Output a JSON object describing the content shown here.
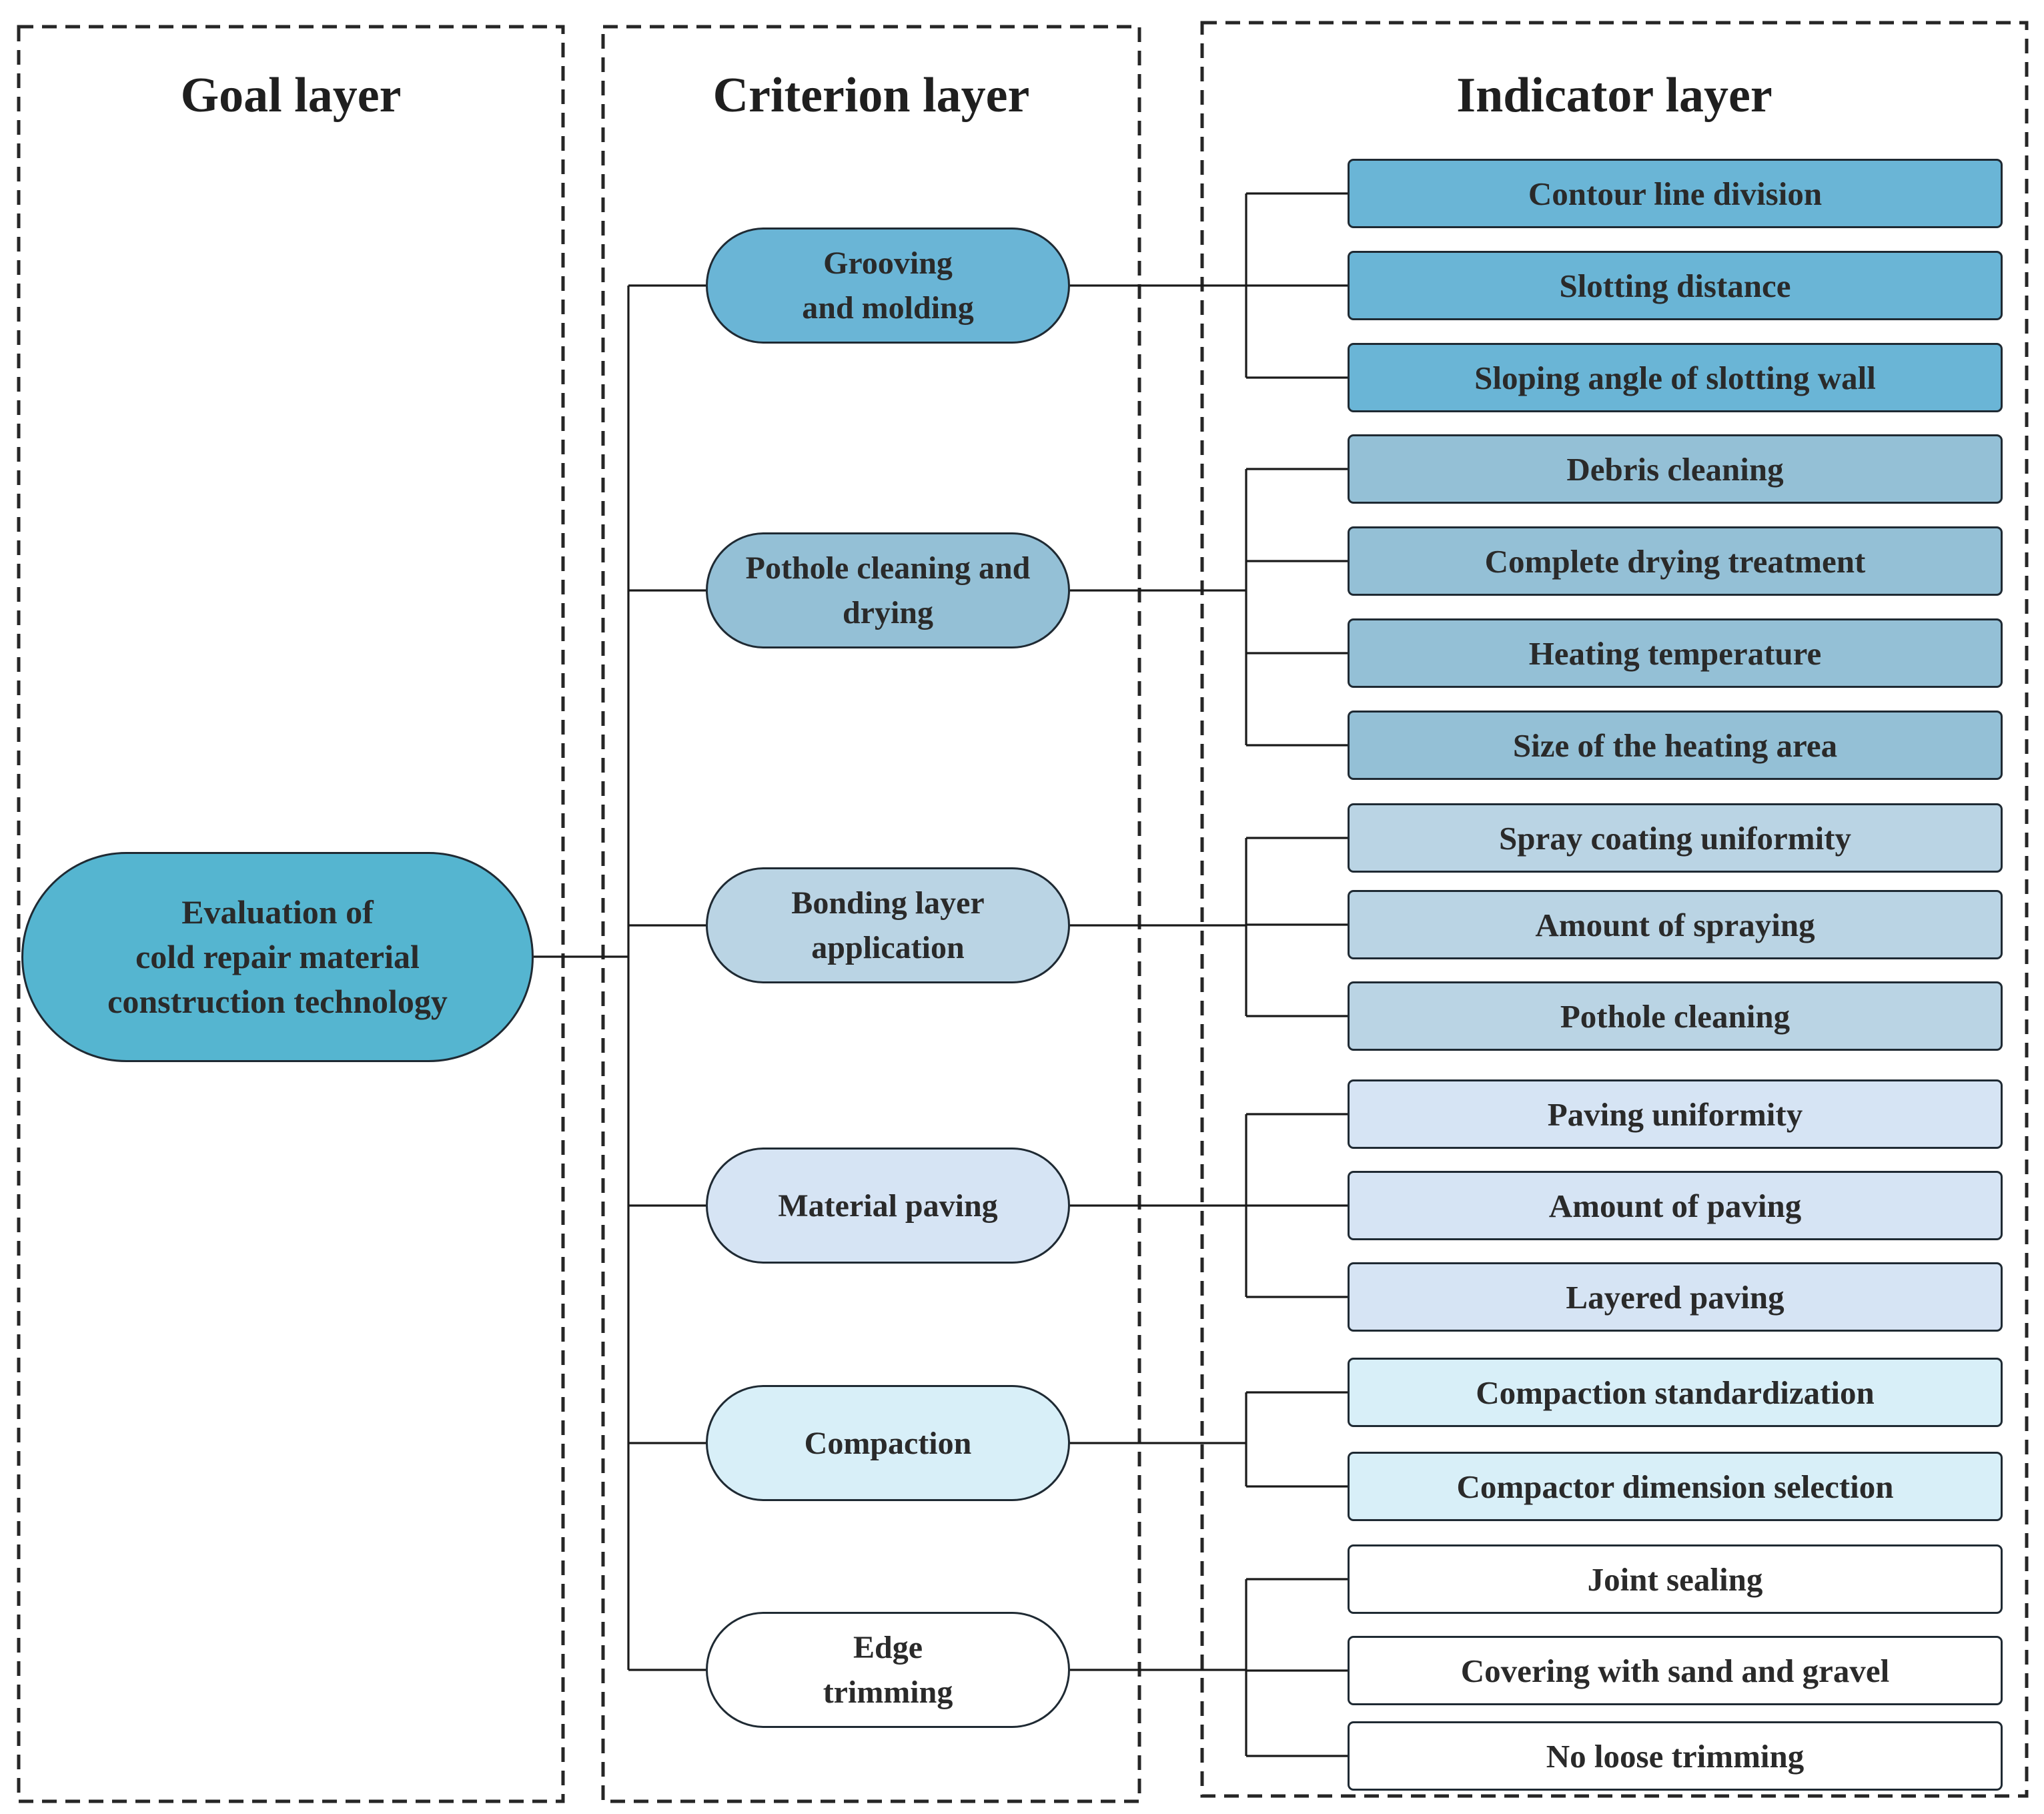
{
  "layers": {
    "goal": {
      "title": "Goal layer"
    },
    "criterion": {
      "title": "Criterion layer"
    },
    "indicator": {
      "title": "Indicator layer"
    }
  },
  "goal": {
    "label": "Evaluation of\ncold repair material\nconstruction technology",
    "color": "#55b5d0"
  },
  "criteria": [
    {
      "label": "Grooving\nand molding",
      "color": "#6ab5d6",
      "indicators": [
        "Contour line division",
        "Slotting distance",
        "Sloping angle of slotting wall"
      ]
    },
    {
      "label": "Pothole cleaning and\ndrying",
      "color": "#94c0d6",
      "indicators": [
        "Debris cleaning",
        "Complete drying treatment",
        "Heating temperature",
        "Size of the heating area"
      ]
    },
    {
      "label": "Bonding layer\napplication",
      "color": "#bad4e4",
      "indicators": [
        "Spray coating uniformity",
        "Amount of spraying",
        "Pothole cleaning"
      ]
    },
    {
      "label": "Material paving",
      "color": "#d6e4f4",
      "indicators": [
        "Paving uniformity",
        "Amount of paving",
        "Layered paving"
      ]
    },
    {
      "label": "Compaction",
      "color": "#d8eff8",
      "indicators": [
        "Compaction standardization",
        "Compactor dimension selection"
      ]
    },
    {
      "label": "Edge\ntrimming",
      "color": "#ffffff",
      "indicators": [
        "Joint sealing",
        "Covering with sand and gravel",
        "No loose trimming"
      ]
    }
  ]
}
